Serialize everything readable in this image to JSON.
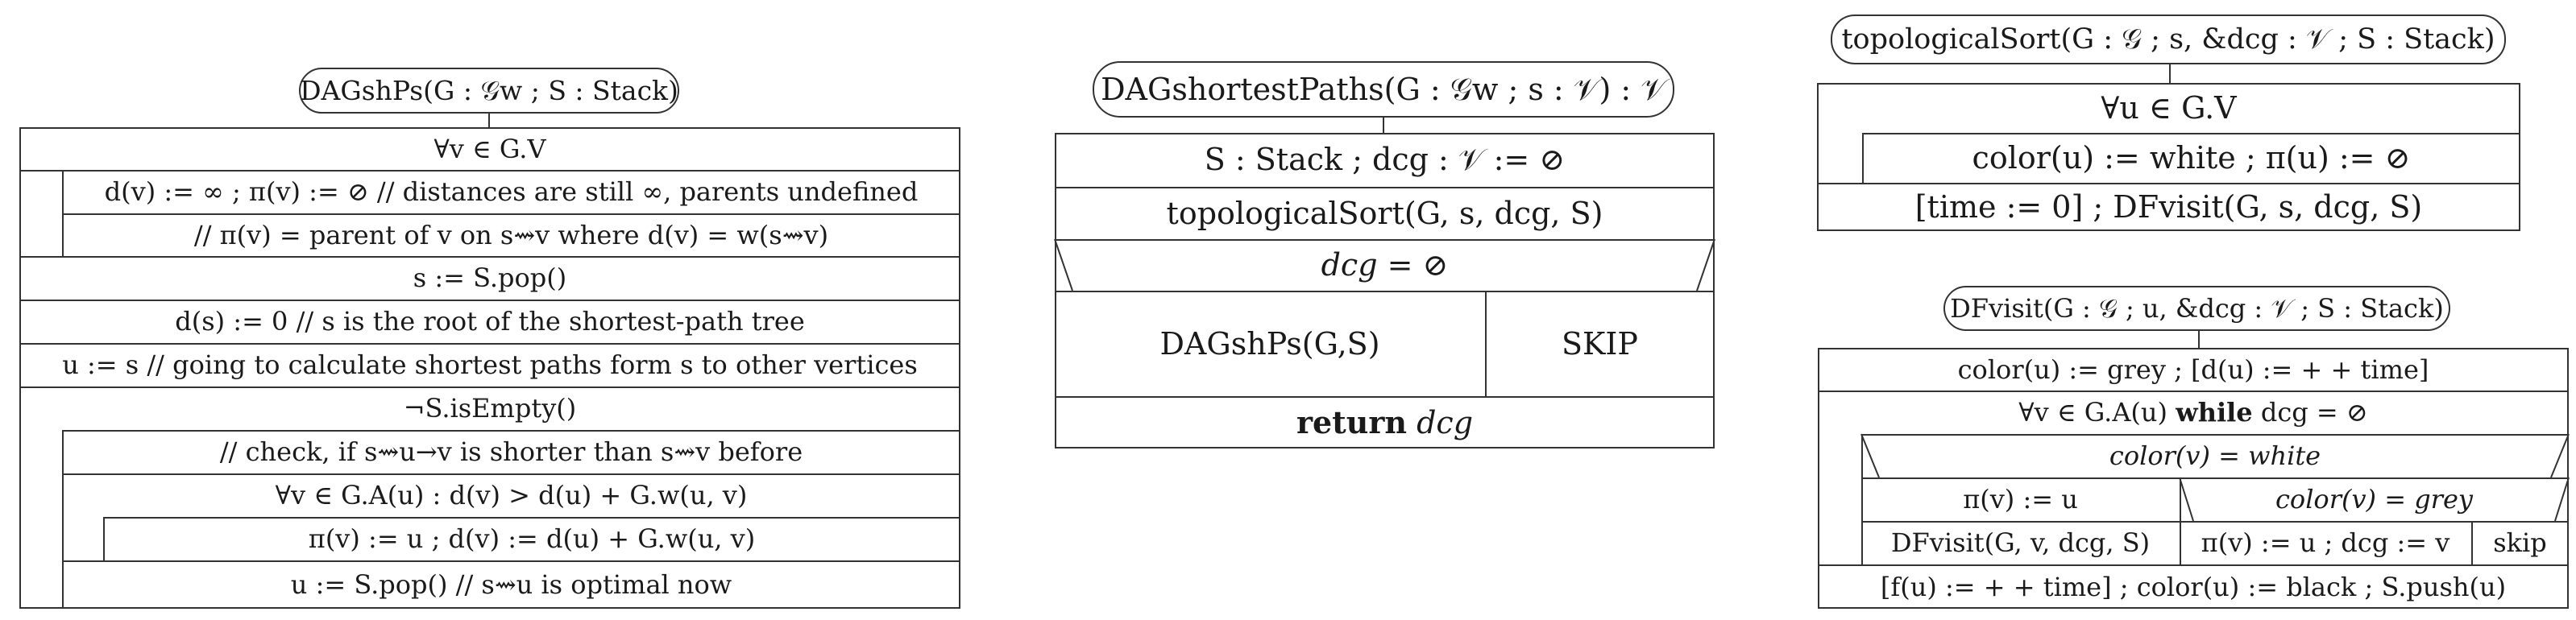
{
  "diagram1": {
    "header": "DAGshPs(G : 𝒢w ; S : Stack)",
    "rows": [
      "∀v ∈ G.V",
      "d(v) := ∞ ; π(v) := ⊘ // distances are still ∞, parents undefined",
      "// π(v) = parent of v on s⇝v where d(v) = w(s⇝v)",
      "s := S.pop()",
      "d(s) := 0 // s is the root of the shortest-path tree",
      "u := s // going to calculate shortest paths form s to other vertices",
      "¬S.isEmpty()",
      "// check, if s⇝u→v is shorter than s⇝v before",
      "∀v ∈ G.A(u) : d(v) > d(u) + G.w(u, v)",
      "π(v) := u ; d(v) := d(u) + G.w(u, v)",
      "u := S.pop() // s⇝u is optimal now"
    ]
  },
  "diagram2": {
    "header": "DAGshortestPaths(G : 𝒢w ; s : 𝒱) : 𝒱",
    "rows": [
      "S : Stack ; dcg : 𝒱 := ⊘",
      "topologicalSort(G, s, dcg, S)",
      "dcg = ⊘"
    ],
    "branch_true": "DAGshPs(G,S)",
    "branch_false": "SKIP",
    "return_keyword": "return",
    "return_value": "dcg"
  },
  "diagram3": {
    "header": "topologicalSort(G : 𝒢 ; s, &dcg : 𝒱 ; S : Stack)",
    "rows": [
      "∀u ∈ G.V",
      "color(u) := white ; π(u) := ⊘",
      "[time := 0] ; DFvisit(G, s, dcg, S)"
    ]
  },
  "diagram4": {
    "header": "DFvisit(G : 𝒢 ; u, &dcg : 𝒱 ; S : Stack)",
    "row1": "color(u) := grey ; [d(u) := + + time]",
    "loop_prefix": "∀v ∈ G.A(u) ",
    "loop_keyword": "while",
    "loop_suffix": " dcg = ⊘",
    "cond1": "color(v) = white",
    "then1": "π(v) := u",
    "cond2": "color(v) = grey",
    "then1b": "DFvisit(G, v, dcg, S)",
    "then2": "π(v) := u ; dcg := v",
    "else2": "skip",
    "last": "[f(u) := + + time] ; color(u) := black ; S.push(u)"
  }
}
